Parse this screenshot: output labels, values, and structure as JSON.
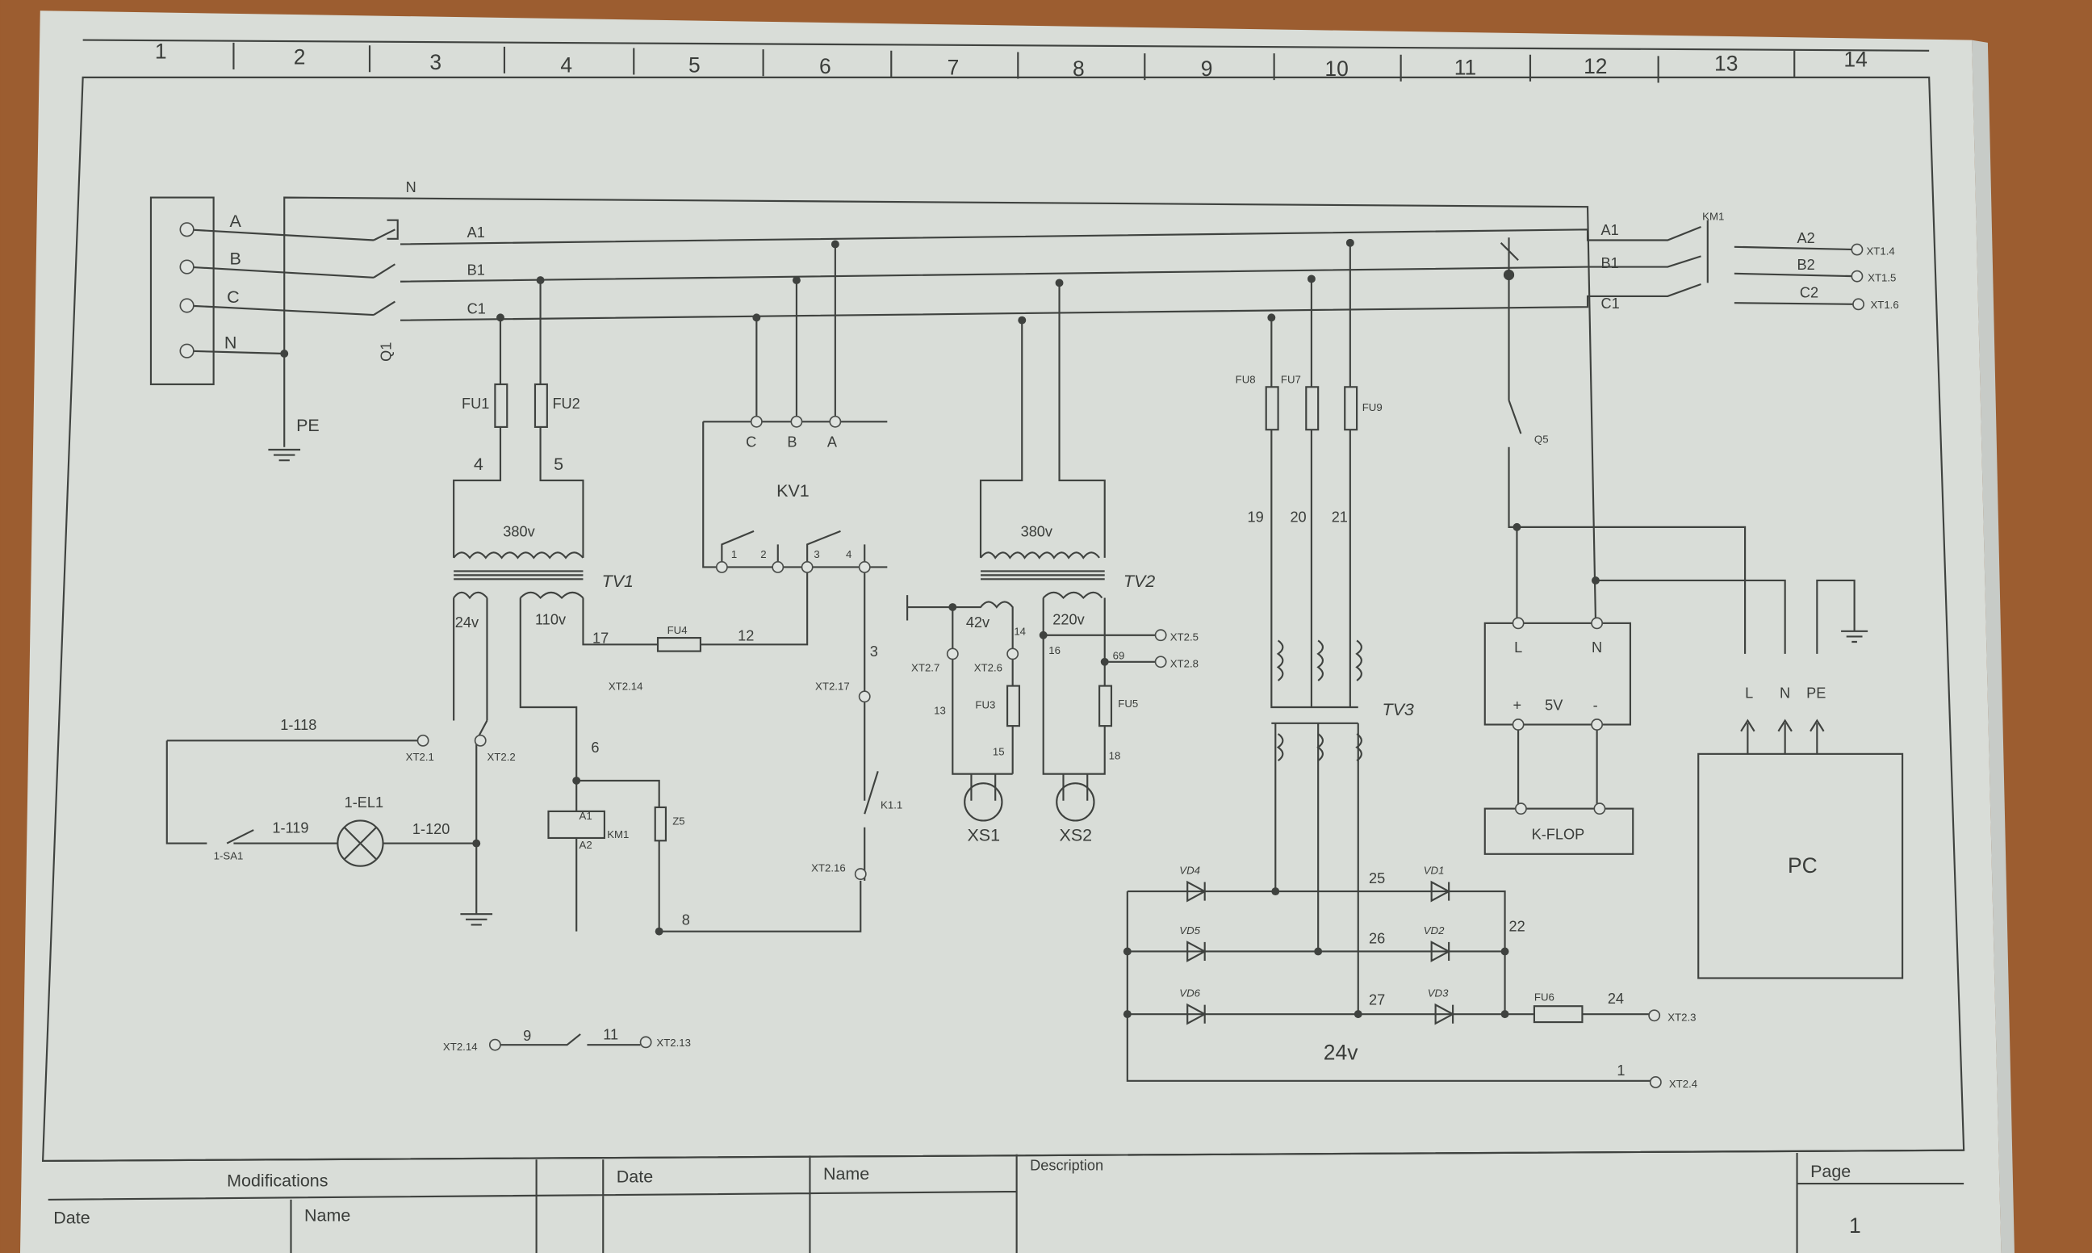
{
  "columns": [
    "1",
    "2",
    "3",
    "4",
    "5",
    "6",
    "7",
    "8",
    "9",
    "10",
    "11",
    "12",
    "13",
    "14"
  ],
  "supply": {
    "a": "A",
    "b": "B",
    "c": "C",
    "n": "N",
    "n_line": "N",
    "pe": "PE",
    "switch": "Q1",
    "a1": "A1",
    "b1": "B1",
    "c1": "C1"
  },
  "tv1": {
    "fu1": "FU1",
    "fu2": "FU2",
    "w4": "4",
    "w5": "5",
    "primary": "380v",
    "name": "TV1",
    "sec1": "24v",
    "sec2": "110v",
    "w17": "17",
    "fu4": "FU4",
    "w12": "12",
    "xt214": "XT2.14"
  },
  "kv1": {
    "name": "KV1",
    "c": "C",
    "b": "B",
    "a": "A",
    "k1": "1",
    "k2": "2",
    "k3": "3",
    "k4": "4"
  },
  "control": {
    "w3": "3",
    "xt217": "XT2.17",
    "k11": "K1.1",
    "xt216": "XT2.16",
    "w6": "6",
    "km1": "KM1",
    "a1": "A1",
    "a2": "A2",
    "z5": "Z5",
    "w8": "8"
  },
  "lamp": {
    "w118": "1-118",
    "xt21": "XT2.1",
    "xt22": "XT2.2",
    "el1": "1-EL1",
    "w119": "1-119",
    "w120": "1-120",
    "sa1": "1-SA1"
  },
  "aux": {
    "xt214": "XT2.14",
    "w9": "9",
    "w11": "11",
    "xt213": "XT2.13"
  },
  "tv2": {
    "primary": "380v",
    "name": "TV2",
    "sec1": "42v",
    "sec2": "220v",
    "w14": "14",
    "w16": "16",
    "w69": "69",
    "xt25": "XT2.5",
    "xt28": "XT2.8",
    "xt27": "XT2.7",
    "xt26": "XT2.6",
    "w13": "13",
    "fu3": "FU3",
    "fu5": "FU5",
    "w15": "15",
    "w18": "18",
    "xs1": "XS1",
    "xs2": "XS2"
  },
  "tv3": {
    "fu8": "FU8",
    "fu7": "FU7",
    "fu9": "FU9",
    "w19": "19",
    "w20": "20",
    "w21": "21",
    "name": "TV3"
  },
  "rectifier": {
    "vd4": "VD4",
    "vd5": "VD5",
    "vd6": "VD6",
    "vd1": "VD1",
    "vd2": "VD2",
    "vd3": "VD3",
    "w25": "25",
    "w26": "26",
    "w27": "27",
    "w22": "22",
    "fu6": "FU6",
    "w24": "24",
    "xt23": "XT2.3",
    "voltage": "24v",
    "w1": "1",
    "xt24": "XT2.4"
  },
  "km1_out": {
    "name": "KM1",
    "a1": "A1",
    "b1": "B1",
    "c1": "C1",
    "a2": "A2",
    "b2": "B2",
    "c2": "C2",
    "xt14": "XT1.4",
    "xt15": "XT1.5",
    "xt16": "XT1.6"
  },
  "psu": {
    "q5": "Q5",
    "l": "L",
    "n": "N",
    "plus": "+",
    "v": "5V",
    "minus": "-",
    "kflop": "K-FLOP"
  },
  "pc": {
    "l": "L",
    "n": "N",
    "pe": "PE",
    "name": "PC"
  },
  "title_block": {
    "modifications": "Modifications",
    "date": "Date",
    "name": "Name",
    "description": "Description",
    "page": "Page",
    "date2": "Date",
    "name2": "Name",
    "page_number": "1"
  }
}
